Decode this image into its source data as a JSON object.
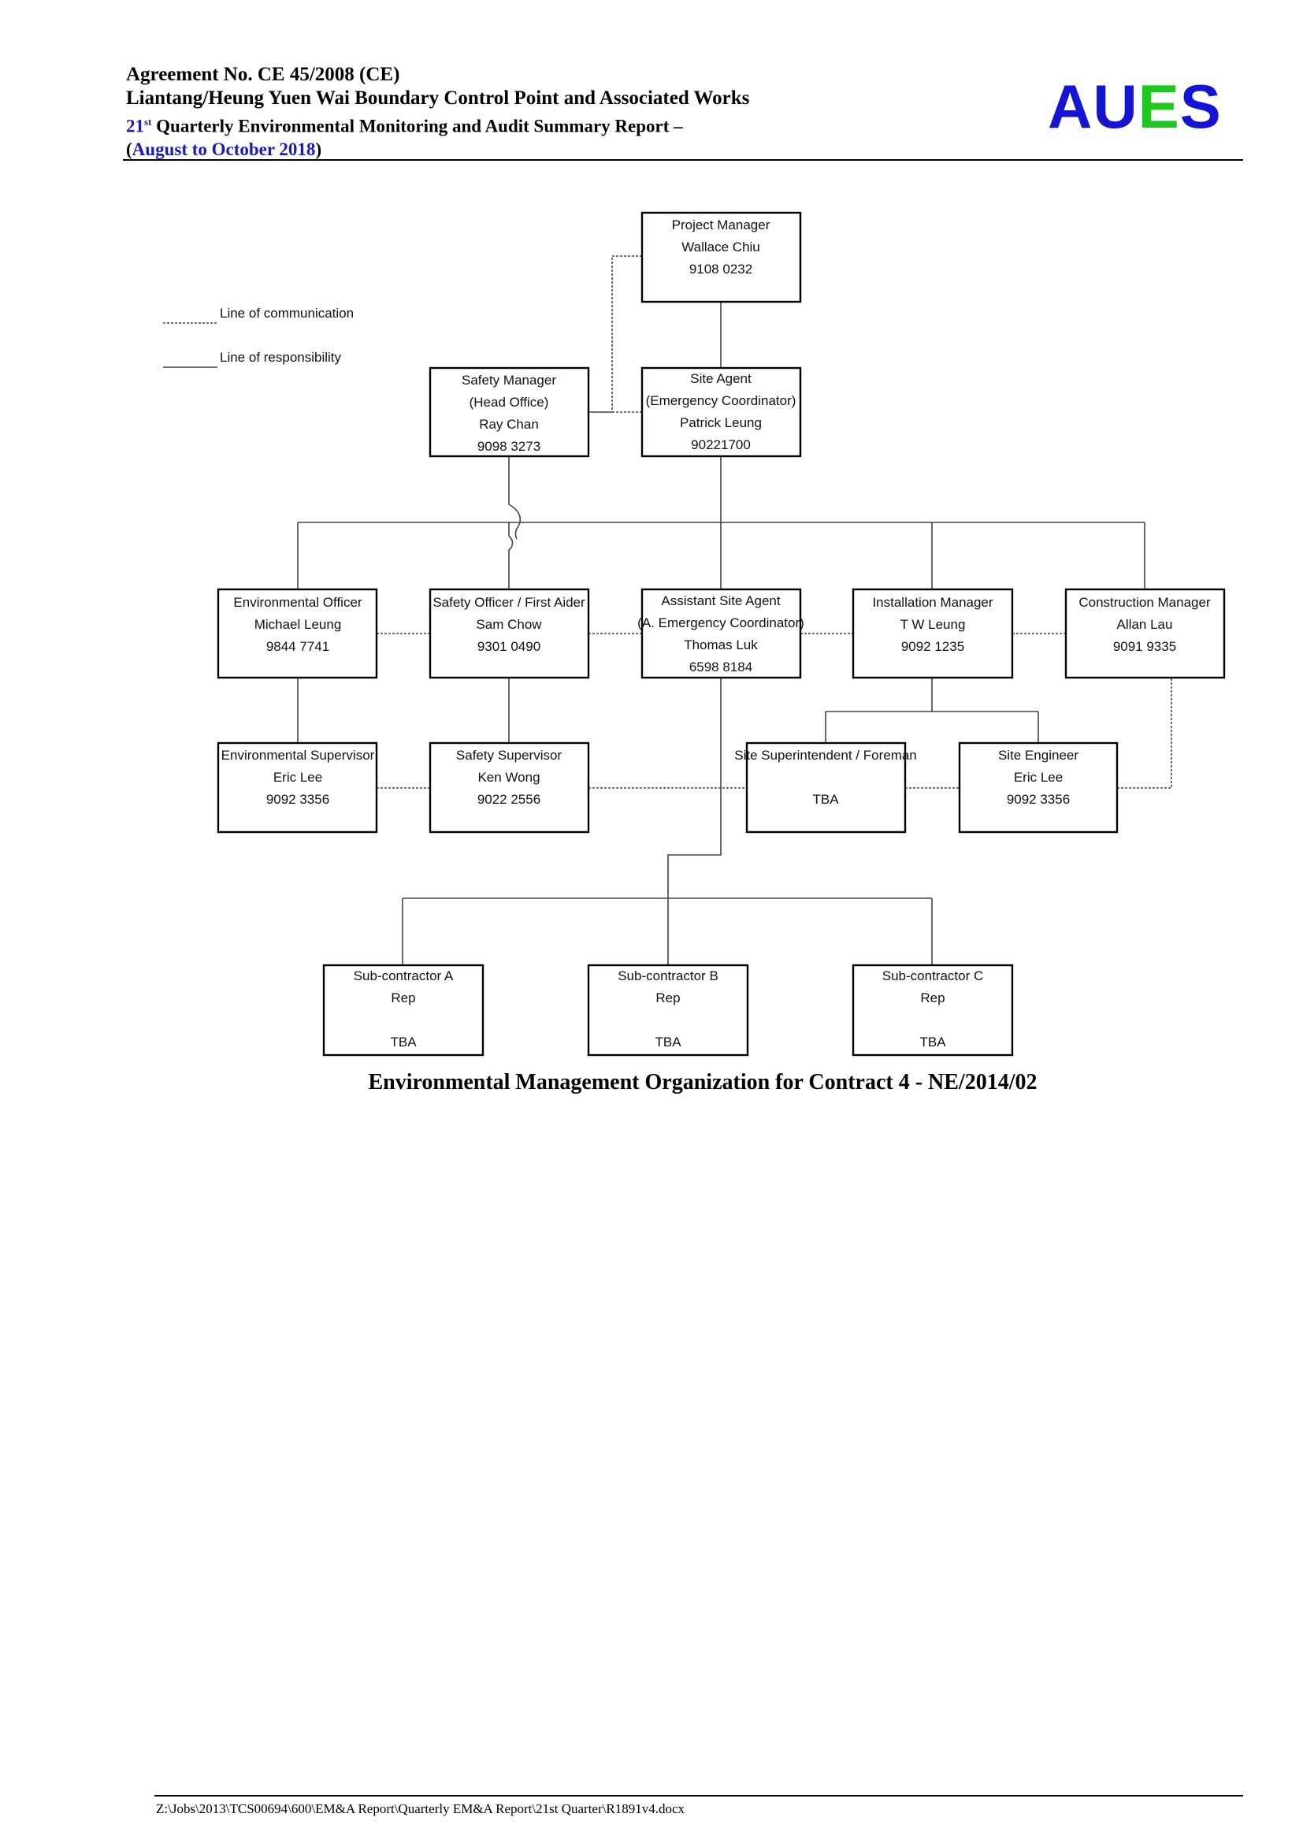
{
  "header": {
    "line1": "Agreement No. CE 45/2008 (CE)",
    "line2": "Liantang/Heung Yuen Wai Boundary Control Point and Associated Works",
    "line3_num": "21",
    "line3_sup": "st",
    "line3_rest": " Quarterly Environmental Monitoring and Audit Summary Report –",
    "line4_open": "(",
    "line4_period": "August to October 2018",
    "line4_close": ")"
  },
  "logo": {
    "a": "A",
    "u": "U",
    "e": "E",
    "s": "S",
    "color_blue": "#1414d2",
    "color_green": "#1ec81e"
  },
  "legend": {
    "communication": "Line of communication",
    "responsibility": "Line of responsibility"
  },
  "org": {
    "project_manager": [
      "Project Manager",
      "Wallace Chiu",
      "9108 0232"
    ],
    "safety_manager": [
      "Safety Manager",
      "(Head Office)",
      "Ray Chan",
      "9098 3273"
    ],
    "site_agent": [
      "Site Agent",
      "(Emergency Coordinator)",
      "Patrick Leung",
      "90221700"
    ],
    "env_officer": [
      "Environmental Officer",
      "Michael Leung",
      "9844 7741"
    ],
    "safety_officer": [
      "Safety Officer / First Aider",
      "Sam Chow",
      "9301 0490"
    ],
    "asst_site_agent": [
      "Assistant Site Agent",
      "(A. Emergency Coordinator)",
      "Thomas Luk",
      "6598 8184"
    ],
    "installation_manager": [
      "Installation Manager",
      "T W Leung",
      "9092 1235"
    ],
    "construction_manager": [
      "Construction Manager",
      "Allan Lau",
      "9091 9335"
    ],
    "env_supervisor": [
      "Environmental Supervisor",
      "Eric Lee",
      "9092 3356"
    ],
    "safety_supervisor": [
      "Safety Supervisor",
      "Ken Wong",
      "9022 2556"
    ],
    "site_superintendent": [
      "Site Superintendent / Foreman",
      "",
      "TBA"
    ],
    "site_engineer": [
      "Site Engineer",
      "Eric Lee",
      "9092 3356"
    ],
    "sub_a": [
      "Sub-contractor A",
      "Rep",
      "",
      "TBA"
    ],
    "sub_b": [
      "Sub-contractor B",
      "Rep",
      "",
      "TBA"
    ],
    "sub_c": [
      "Sub-contractor C",
      "Rep",
      "",
      "TBA"
    ]
  },
  "caption": "Environmental Management Organization for Contract 4 - NE/2014/02",
  "footer": "Z:\\Jobs\\2013\\TCS00694\\600\\EM&A Report\\Quarterly EM&A Report\\21st Quarter\\R1891v4.docx"
}
